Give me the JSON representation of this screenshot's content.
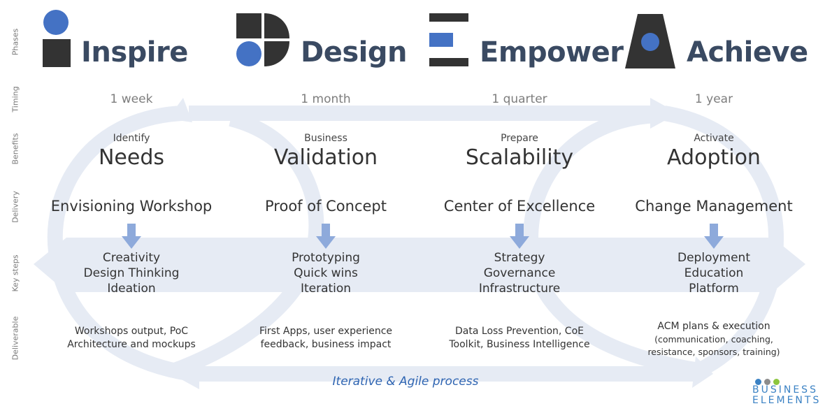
{
  "row_labels": [
    "Phases",
    "Timing",
    "Benefits",
    "Delivery",
    "Key steps",
    "Deliverable"
  ],
  "colors": {
    "blue": "#4472c4",
    "dark": "#333333",
    "flow": "#e6ebf4",
    "arrow": "#8eaadb",
    "title": "#3a4a62"
  },
  "phases": [
    {
      "title": "Inspire",
      "timing": "1 week",
      "benefit_verb": "Identify",
      "benefit": "Needs",
      "delivery": "Envisioning Workshop",
      "steps": [
        "Creativity",
        "Design Thinking",
        "Ideation"
      ],
      "deliverable": [
        "Workshops output, PoC",
        "Architecture and mockups"
      ]
    },
    {
      "title": "Design",
      "timing": "1 month",
      "benefit_verb": "Business",
      "benefit": "Validation",
      "delivery": "Proof of Concept",
      "steps": [
        "Prototyping",
        "Quick wins",
        "Iteration"
      ],
      "deliverable": [
        "First Apps, user experience",
        "feedback, business impact"
      ]
    },
    {
      "title": "Empower",
      "timing": "1 quarter",
      "benefit_verb": "Prepare",
      "benefit": "Scalability",
      "delivery": "Center of Excellence",
      "steps": [
        "Strategy",
        "Governance",
        "Infrastructure"
      ],
      "deliverable": [
        "Data Loss Prevention, CoE",
        "Toolkit, Business Intelligence"
      ]
    },
    {
      "title": "Achieve",
      "timing": "1 year",
      "benefit_verb": "Activate",
      "benefit": "Adoption",
      "delivery": "Change Management",
      "steps": [
        "Deployment",
        "Education",
        "Platform"
      ],
      "deliverable": [
        "ACM plans & execution",
        "(communication, coaching,",
        "resistance, sponsors, training)"
      ]
    }
  ],
  "process_label": "Iterative & Agile process",
  "brand": {
    "line1": "BUSINESS",
    "line2": "ELEMENTS",
    "dot_colors": [
      "#3b82c4",
      "#8c8c8c",
      "#8cc63f"
    ]
  }
}
